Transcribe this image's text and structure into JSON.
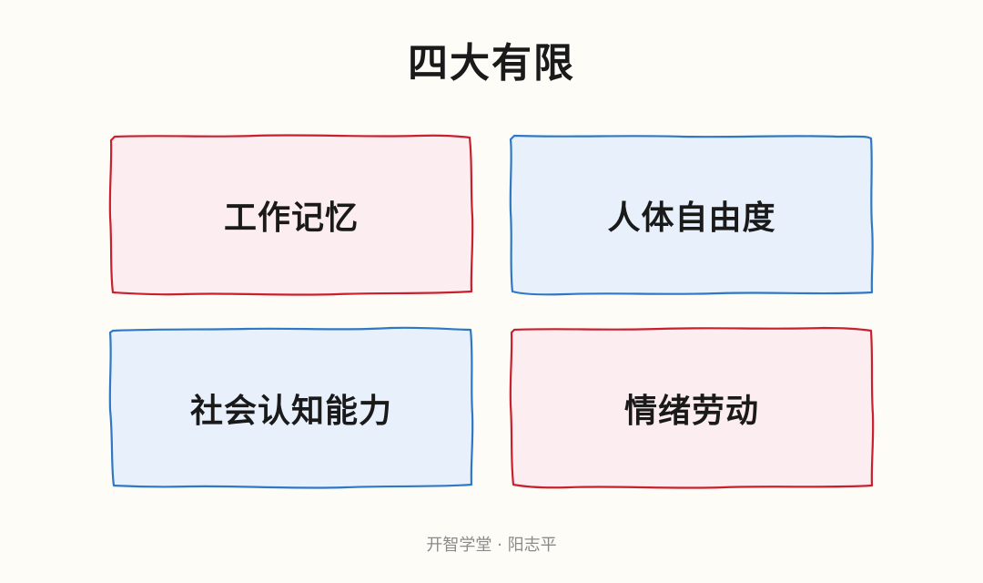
{
  "title": "四大有限",
  "cards": [
    {
      "label": "工作记忆",
      "stroke": "#c8202e",
      "fill": "#fcedf0"
    },
    {
      "label": "人体自由度",
      "stroke": "#2f78c4",
      "fill": "#e8f0fb"
    },
    {
      "label": "社会认知能力",
      "stroke": "#2f78c4",
      "fill": "#e8f0fb"
    },
    {
      "label": "情绪劳动",
      "stroke": "#c8202e",
      "fill": "#fcedf0"
    }
  ],
  "footer": "开智学堂 · 阳志平"
}
